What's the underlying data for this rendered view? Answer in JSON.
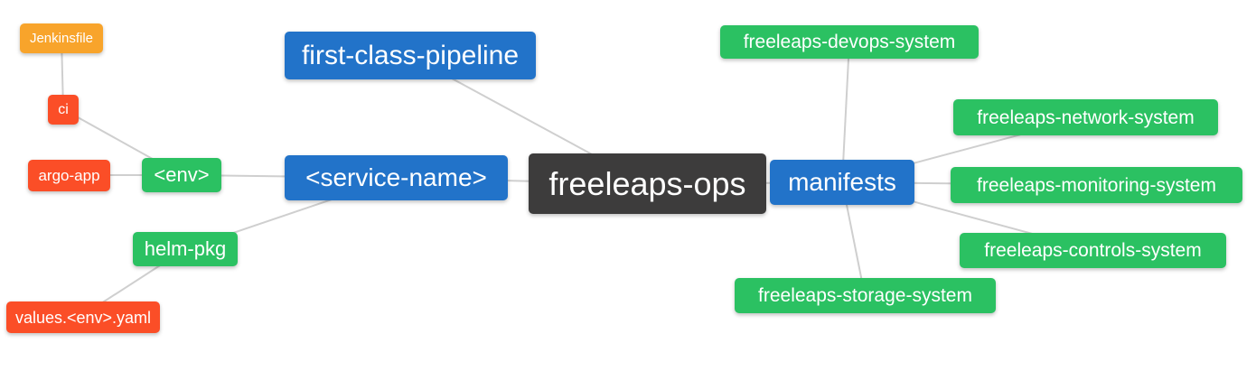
{
  "diagram": {
    "type": "mindmap",
    "background": "#ffffff",
    "palette": {
      "root": "#3d3c3c",
      "level1": "#2273c9",
      "level2": "#2bc162",
      "level3": "#fb4e27",
      "level4": "#f8a42b",
      "text": "#ffffff",
      "edge": "#cfcfcf"
    },
    "root": {
      "label": "freeleaps-ops",
      "children": [
        {
          "label": "first-class-pipeline",
          "children": []
        },
        {
          "label": "<service-name>",
          "children": [
            {
              "label": "<env>",
              "children": [
                {
                  "label": "ci",
                  "children": [
                    {
                      "label": "Jenkinsfile",
                      "children": []
                    }
                  ]
                },
                {
                  "label": "argo-app",
                  "children": []
                }
              ]
            },
            {
              "label": "helm-pkg",
              "children": [
                {
                  "label": "values.<env>.yaml",
                  "children": []
                }
              ]
            }
          ]
        },
        {
          "label": "manifests",
          "children": [
            {
              "label": "freeleaps-devops-system",
              "children": []
            },
            {
              "label": "freeleaps-network-system",
              "children": []
            },
            {
              "label": "freeleaps-monitoring-system",
              "children": []
            },
            {
              "label": "freeleaps-controls-system",
              "children": []
            },
            {
              "label": "freeleaps-storage-system",
              "children": []
            }
          ]
        }
      ]
    }
  }
}
